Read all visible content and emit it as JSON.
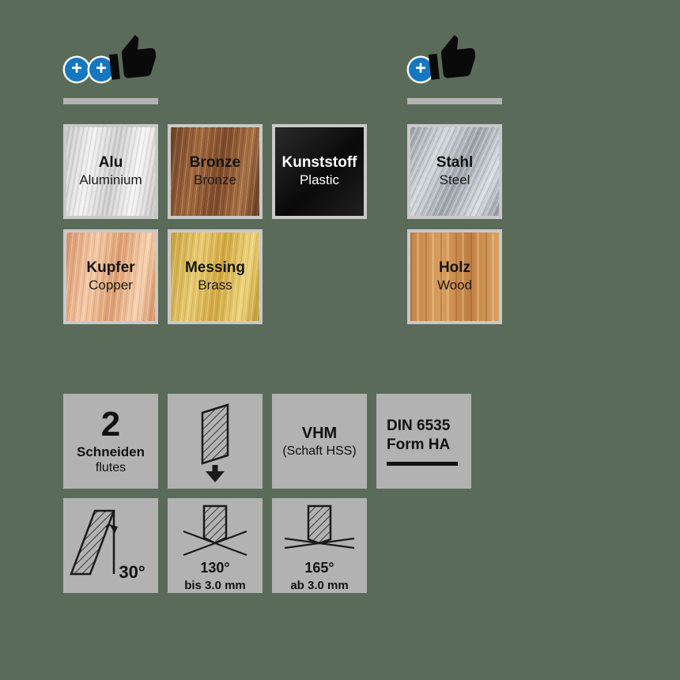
{
  "background_color": "#5a6b5a",
  "colors": {
    "badge_blue": "#1577c0",
    "divider_gray": "#b3b3b3",
    "spec_tile_gray": "#b2b2b2",
    "tile_frame_gray": "#c9c9c9"
  },
  "icons": {
    "plus": "+"
  },
  "suitability": {
    "left_group_plus_count": 2,
    "right_group_plus_count": 1
  },
  "materials": [
    {
      "title": "Alu",
      "subtitle": "Aluminium",
      "texture": "aluminium"
    },
    {
      "title": "Bronze",
      "subtitle": "Bronze",
      "texture": "bronze"
    },
    {
      "title": "Kunststoff",
      "subtitle": "Plastic",
      "texture": "plastic"
    },
    {
      "title": "Stahl",
      "subtitle": "Steel",
      "texture": "steel"
    },
    {
      "title": "Kupfer",
      "subtitle": "Copper",
      "texture": "copper"
    },
    {
      "title": "Messing",
      "subtitle": "Brass",
      "texture": "brass"
    },
    {
      "title": "Holz",
      "subtitle": "Wood",
      "texture": "wood"
    }
  ],
  "specs": {
    "flutes": {
      "value": "2",
      "label": "Schneiden",
      "sublabel": "flutes"
    },
    "material": {
      "title": "VHM",
      "subtitle": "(Schaft HSS)"
    },
    "standard": {
      "line1": "DIN 6535",
      "line2": "Form HA"
    },
    "helix_angle": {
      "value": "30°"
    },
    "point_angle_small": {
      "value": "130°",
      "note": "bis 3.0 mm"
    },
    "point_angle_large": {
      "value": "165°",
      "note": "ab 3.0 mm"
    }
  }
}
